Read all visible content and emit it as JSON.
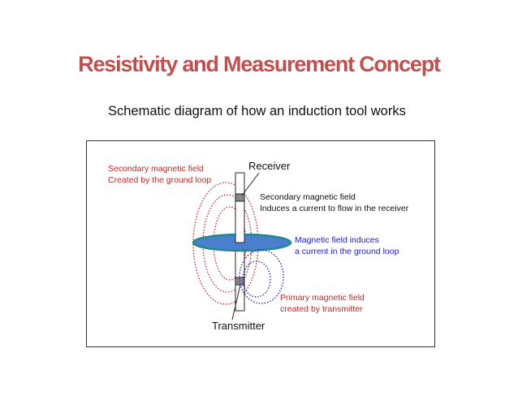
{
  "slide": {
    "title": "Resistivity and Measurement Concept",
    "subtitle": "Schematic diagram of how an induction tool works"
  },
  "diagram": {
    "receiver_label": "Receiver",
    "transmitter_label": "Transmitter",
    "secondary_field_ground_loop": {
      "line1": "Secondary magnetic field",
      "line2": "Created by the ground loop"
    },
    "secondary_field_receiver": {
      "line1": "Secondary magnetic field",
      "line2": "Induces a current to flow in the  receiver"
    },
    "magnetic_field_induces": {
      "line1": "Magnetic field induces",
      "line2": "a current in the ground loop"
    },
    "primary_field": {
      "line1": "Primary magnetic field",
      "line2": "created by transmitter"
    },
    "colors": {
      "title": "#c0504d",
      "secondary_field": "#cc2222",
      "primary_field": "#1a1acc",
      "ground_loop_fill": "#4a7fd0",
      "ground_loop_stroke": "#1f8a8a"
    }
  }
}
